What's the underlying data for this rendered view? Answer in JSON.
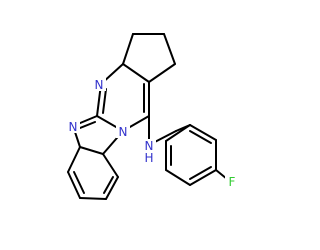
{
  "molecule": {
    "atoms": {
      "n_pyrimidine": {
        "text": "N",
        "color": "#3333cc"
      },
      "n_imidazole": {
        "text": "N",
        "color": "#3333cc"
      },
      "n_bridgehead": {
        "text": "N",
        "color": "#3333cc"
      },
      "nh_amine": {
        "text": "N",
        "color": "#3333cc"
      },
      "h_amine": {
        "text": "H",
        "color": "#3333cc"
      },
      "f_fluoro": {
        "text": "F",
        "color": "#33cc33"
      }
    },
    "bond_color": "#000000"
  }
}
